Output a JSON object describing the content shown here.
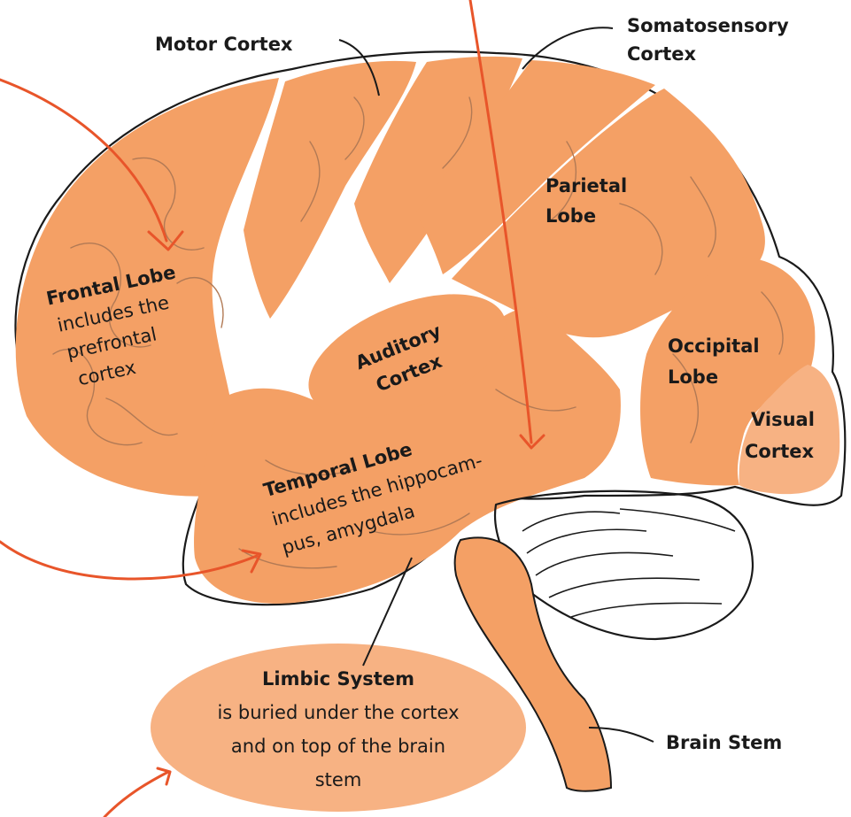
{
  "labels": {
    "motor_cortex": "Motor Cortex",
    "somatosensory_line1": "Somatosensory",
    "somatosensory_line2": "Cortex",
    "parietal_line1": "Parietal",
    "parietal_line2": "Lobe",
    "frontal_title": "Frontal Lobe",
    "frontal_line1": "includes the",
    "frontal_line2": "prefrontal",
    "frontal_line3": "cortex",
    "auditory_line1": "Auditory",
    "auditory_line2": "Cortex",
    "occipital_line1": "Occipital",
    "occipital_line2": "Lobe",
    "visual_line1": "Visual",
    "visual_line2": "Cortex",
    "temporal_title": "Temporal Lobe",
    "temporal_line1": "includes the hippocam-",
    "temporal_line2": "pus, amygdala",
    "limbic_title": "Limbic System",
    "limbic_line1": "is buried under the cortex",
    "limbic_line2": "and on top of the brain",
    "limbic_line3": "stem",
    "brain_stem": "Brain Stem"
  },
  "colors": {
    "lobe_fill": "#f4a065",
    "light_fill": "#f7b283",
    "arrow": "#e8552a",
    "outline": "#1a1a1a",
    "background": "#ffffff"
  }
}
